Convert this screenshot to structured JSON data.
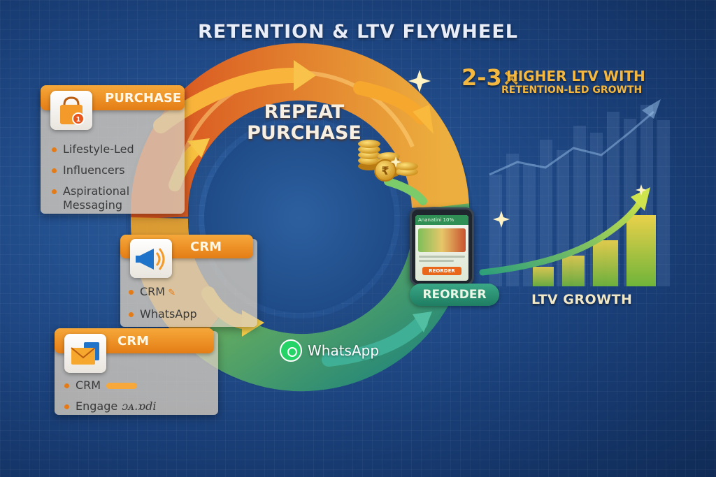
{
  "title": "RETENTION & LTV FLYWHEEL",
  "flywheel": {
    "top_label_line1": "REPEAT",
    "top_label_line2": "PURCHASE",
    "whatsapp_label": "WhatsApp",
    "reorder_label": "REORDER"
  },
  "cards": [
    {
      "header": "PURCHASE",
      "icon": "shopping-bag-icon",
      "bullets": [
        "Lifestyle-Led",
        "Influencers",
        "Aspirational Messaging"
      ]
    },
    {
      "header": "CRM",
      "icon": "megaphone-icon",
      "bullets": [
        "CRM",
        "WhatsApp"
      ]
    },
    {
      "header": "CRM",
      "icon": "envelope-icon",
      "bullets": [
        "CRM",
        "Engage"
      ],
      "scribble": "ɔᴀ.ɒdi"
    }
  ],
  "phone": {
    "header_text": "Ananatini 10%",
    "button_text": "REORDER"
  },
  "stat": {
    "multiplier": "2-3×",
    "line1": "HIGHER LTV WITH",
    "line2": "RETENTION-LED GROWTH"
  },
  "growth_label": "LTV GROWTH",
  "colors": {
    "orange": "#f39a2a",
    "teal": "#2e9a86",
    "green": "#8cc63f",
    "gold": "#f4b73f",
    "background": "#1f4a8a"
  }
}
